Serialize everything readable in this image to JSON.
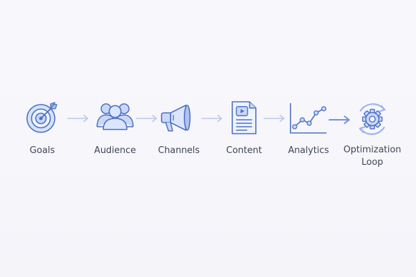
{
  "steps": [
    {
      "label": "Goals",
      "icon": "target-icon"
    },
    {
      "label": "Audience",
      "icon": "people-icon"
    },
    {
      "label": "Channels",
      "icon": "megaphone-icon"
    },
    {
      "label": "Content",
      "icon": "document-video-icon"
    },
    {
      "label": "Analytics",
      "icon": "line-chart-icon"
    },
    {
      "label": "Optimization\nLoop",
      "icon": "gear-cycle-icon"
    }
  ],
  "colors": {
    "icon_fill": "#c9d8f7",
    "icon_stroke": "#4d6fc4",
    "arrow_light": "#b8c8ee",
    "arrow_strong": "#6f8fe0",
    "text": "#3f4456"
  }
}
